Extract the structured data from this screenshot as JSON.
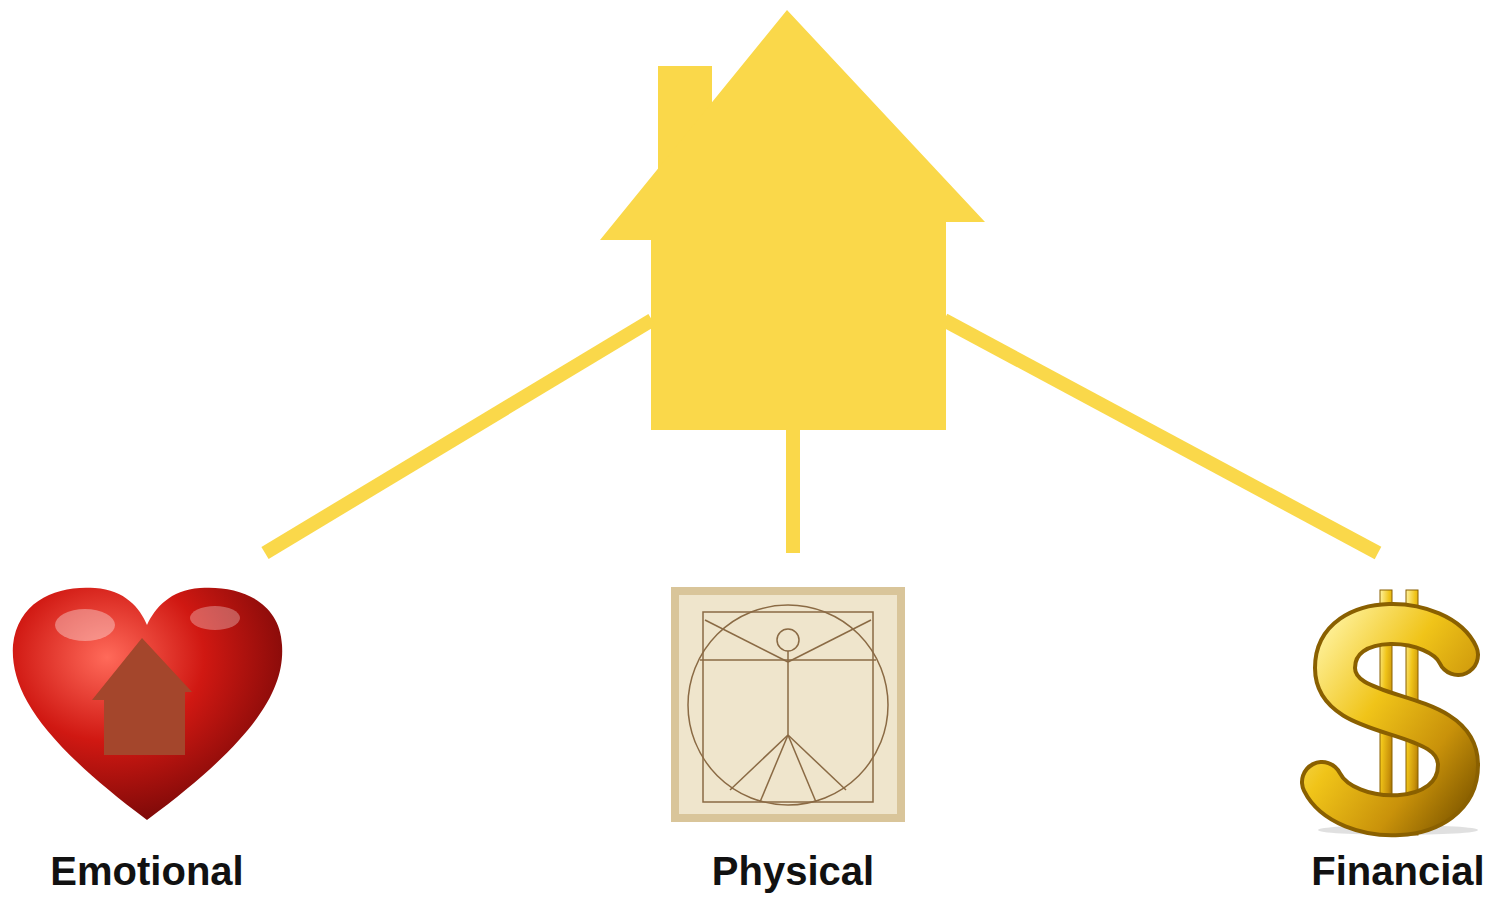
{
  "diagram": {
    "nodes": [
      {
        "text": [
          "Emotional"
        ]
      },
      {
        "text": [
          "Physical"
        ]
      },
      {
        "text": [
          "Financial"
        ]
      }
    ]
  }
}
